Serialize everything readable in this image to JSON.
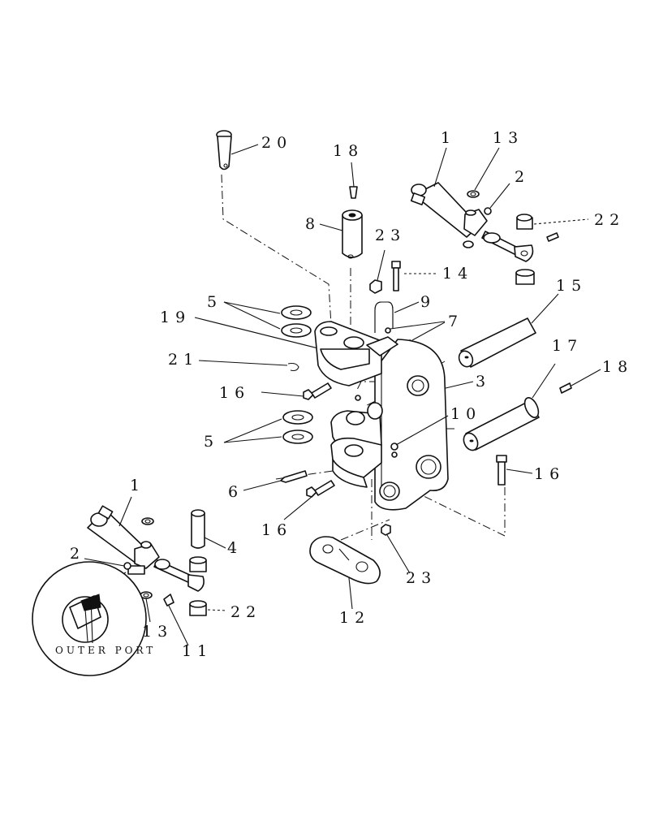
{
  "diagram": {
    "labels": {
      "p1_top": "1",
      "p13_top": "13",
      "p2_top": "2",
      "p22_top": "22",
      "p18_top": "18",
      "p20": "20",
      "p8": "8",
      "p23_top": "23",
      "p14": "14",
      "p5_top": "5",
      "p19": "19",
      "p9": "9",
      "p7": "7",
      "p15": "15",
      "p21": "21",
      "p3": "3",
      "p17": "17",
      "p18_right": "18",
      "p16_left": "16",
      "p10": "10",
      "p5_bottom": "5",
      "p16_right": "16",
      "p6": "6",
      "p16_bottom": "16",
      "p1_bottom": "1",
      "p4": "4",
      "p2_bottom": "2",
      "p23_bottom": "23",
      "p22_bottom": "22",
      "p13_bottom": "13",
      "p11": "11",
      "p12": "12"
    },
    "inset_caption": "OUTER PORT"
  }
}
